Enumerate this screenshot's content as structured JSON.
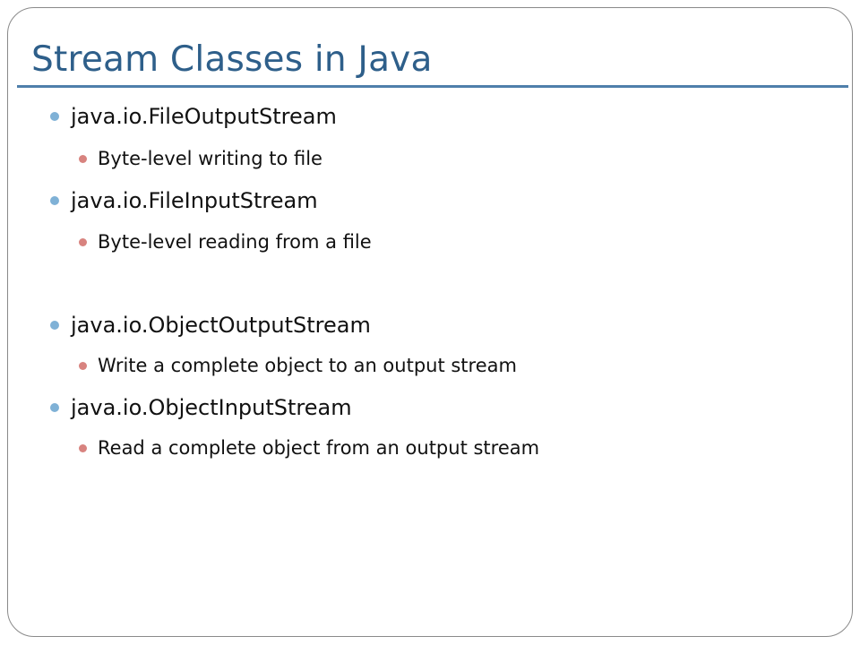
{
  "slide": {
    "title": "Stream Classes in Java",
    "bullets": [
      {
        "text": "java.io.FileOutputStream",
        "level": 1
      },
      {
        "text": "Byte-level writing to file",
        "level": 2
      },
      {
        "text": "java.io.FileInputStream",
        "level": 1
      },
      {
        "text": "Byte-level reading from a file",
        "level": 2
      },
      {
        "text": "java.io.ObjectOutputStream",
        "level": 1
      },
      {
        "text": "Write a complete object to an output stream",
        "level": 2
      },
      {
        "text": "java.io.ObjectInputStream",
        "level": 1
      },
      {
        "text": "Read a complete object from an output stream",
        "level": 2
      }
    ]
  },
  "colors": {
    "title": "#2e5f8a",
    "rule": "#4f7fab",
    "bullet_level1": "#7fb1d6",
    "bullet_level2": "#d8837f",
    "text": "#111111",
    "frame_border": "#8a8a8a"
  }
}
